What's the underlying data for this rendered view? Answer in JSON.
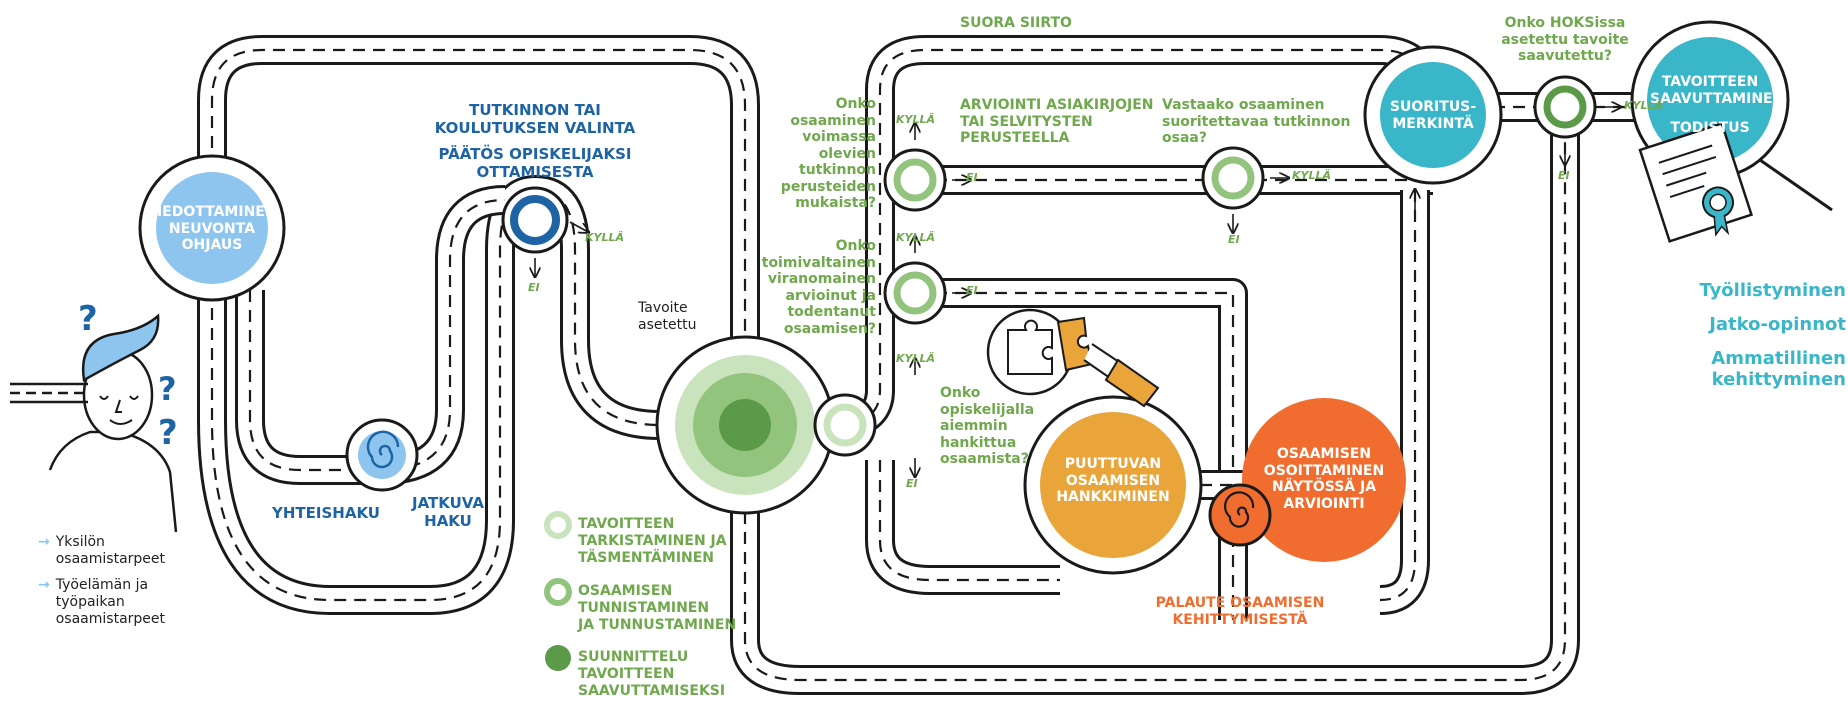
{
  "nodes": {
    "tiedottaminen": "TIEDOTTAMINEN\nNEUVONTA\nOHJAUS",
    "valinta_title": "TUTKINNON TAI\nKOULUTUKSEN VALINTA",
    "valinta_decision": "PÄÄTÖS OPISKELIJAKSI\nOTTAMISESTA",
    "yhteishaku": "YHTEISHAKU",
    "jatkuva_haku": "JATKUVA\nHAKU",
    "tavoite_asetettu": "Tavoite\nasetettu",
    "suora_siirto": "SUORA SIIRTO",
    "q_voimassa": "Onko\nosaaminen\nvoimassa\nolevien\ntutkinnon\nperusteiden\nmukaista?",
    "q_viranomainen": "Onko\ntoimivaltainen\nviranomainen\narvioinut ja\ntodentanut\nosaamisen?",
    "q_aiemmin": "Onko\nopiskelijalla\naiemmin\nhankittua\nosaamista?",
    "arviointi_asiakirjat": "ARVIOINTI ASIAKIRJOJEN\nTAI SELVITYSTEN\nPERUSTEELLA",
    "q_vastaako": "Vastaako osaaminen\nsuoritettavaa tutkinnon\nosaa?",
    "puuttuva": "PUUTTUVAN\nOSAAMISEN\nHANKKIMINEN",
    "osoittaminen": "OSAAMISEN\nOSOITTAMINEN\nNÄYTÖSSÄ JA\nARVIOINTI",
    "palaute": "PALAUTE OSAAMISEN\nKEHITTYMISESTÄ",
    "suoritusmerkinta": "SUORITUS-\nMERKINTÄ",
    "q_hoks": "Onko HOKSissa\nasetettu tavoite\nsaavutettu?",
    "tavoitteen_saavuttaminen": "TAVOITTEEN\nSAAVUTTAMINEN",
    "todistus": "TODISTUS"
  },
  "answers": {
    "yes": "KYLLÄ",
    "no": "EI"
  },
  "outcomes": [
    "Työllistyminen",
    "Jatko-opinnot",
    "Ammatillinen\nkehittyminen"
  ],
  "needs": [
    "Yksilön\nosaamistarpeet",
    "Työelämän ja\ntyöpaikan\nosaamistarpeet"
  ],
  "legend": [
    {
      "label": "TAVOITTEEN\nTARKISTAMINEN JA\nTÄSMENTÄMINEN",
      "style": "ring-light"
    },
    {
      "label": "OSAAMISEN\nTUNNISTAMINEN\nJA TUNNUSTAMINEN",
      "style": "ring-mid"
    },
    {
      "label": "SUUNNITTELU\nTAVOITTEEN\nSAAVUTTAMISEKSI",
      "style": "filled-dark"
    }
  ],
  "colors": {
    "road": "#1a1a1a",
    "light_blue": "#8ec5ef",
    "dark_blue": "#1e63a4",
    "green_dark": "#5a9a48",
    "green_mid": "#92c47e",
    "green_light": "#c9e3bd",
    "orange": "#f06d2f",
    "amber": "#e9a43a",
    "teal": "#3ab6c9"
  }
}
